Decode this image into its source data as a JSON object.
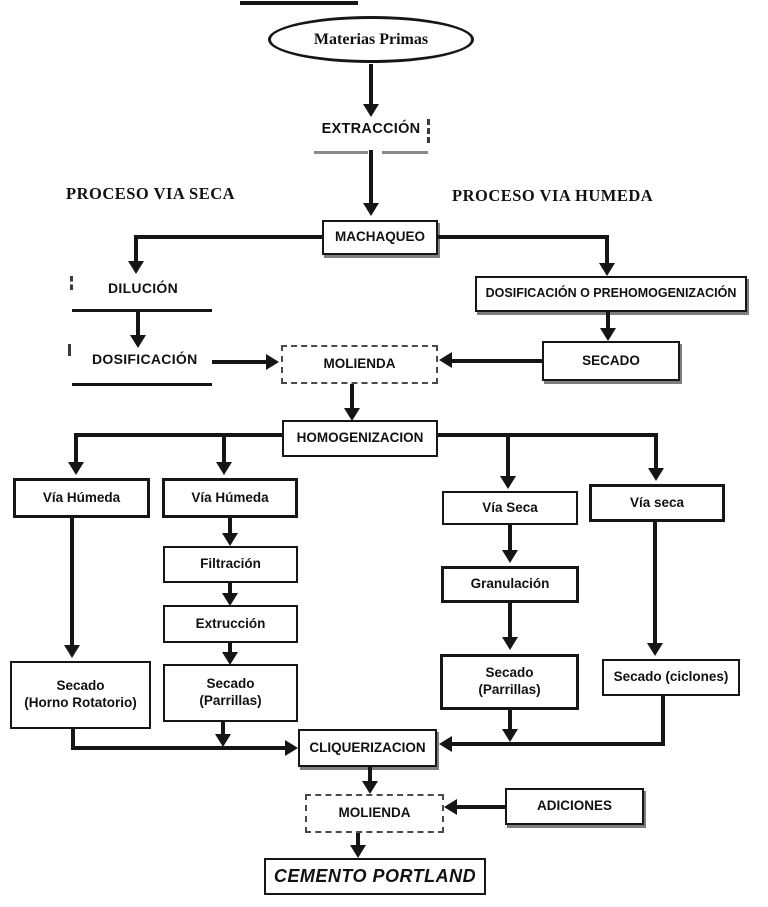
{
  "headings": {
    "process_dry": "PROCESO VIA SECA",
    "process_wet": "PROCESO VIA HUMEDA"
  },
  "nodes": {
    "materias_primas": "Materias Primas",
    "extraccion": "EXTRACCIÓN",
    "machaqueo": "MACHAQUEO",
    "dilucion": "DILUCIÓN",
    "dosificacion": "DOSIFICACIÓN",
    "molienda_1": "MOLIENDA",
    "dosificacion_prehomogenizacion": "DOSIFICACIÓN O PREHOMOGENIZACIÓN",
    "secado": "SECADO",
    "homogenizacion": "HOMOGENIZACION",
    "via_humeda_1": "Vía Húmeda",
    "via_humeda_2": "Vía Húmeda",
    "via_seca_1": "Vía Seca",
    "via_seca_2": "Vía seca",
    "filtracion": "Filtración",
    "extruccion": "Extrucción",
    "granulacion": "Granulación",
    "secado_horno_line1": "Secado",
    "secado_horno_line2": "(Horno Rotatorio)",
    "secado_parrillas_line1": "Secado",
    "secado_parrillas_line2": "(Parrillas)",
    "secado_ciclones": "Secado (ciclones)",
    "cliquerizacion": "CLIQUERIZACION",
    "molienda_2": "MOLIENDA",
    "adiciones": "ADICIONES",
    "cemento_portland": "CEMENTO PORTLAND"
  },
  "colors": {
    "ink": "#111111",
    "line_gray": "#8a8a8a",
    "background": "#ffffff"
  }
}
